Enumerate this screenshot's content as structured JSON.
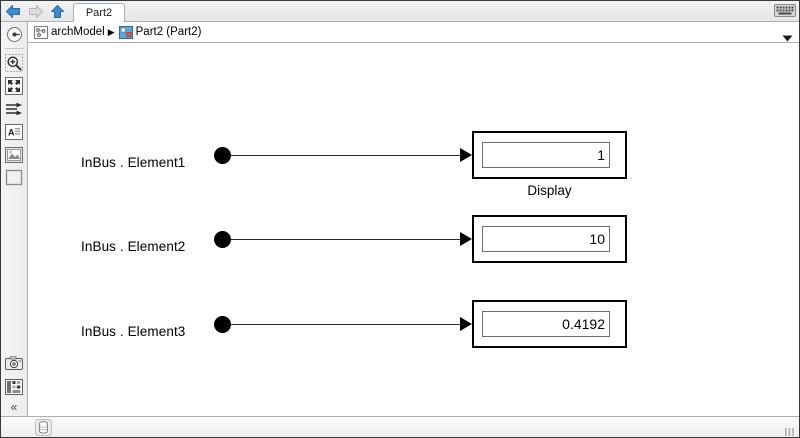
{
  "window": {
    "tab_label": "Part2",
    "keyboard_icon": "keyboard-icon"
  },
  "nav": {
    "back_icon": "back-arrow-icon",
    "forward_icon": "forward-arrow-icon",
    "up_icon": "up-arrow-icon"
  },
  "breadcrumb": {
    "items": [
      {
        "label": "archModel",
        "icon": "model-icon"
      },
      {
        "label": "Part2 (Part2)",
        "icon": "component-icon"
      }
    ],
    "separator": "▶",
    "dropdown_icon": "chevron-down-icon"
  },
  "sidebar": {
    "items": [
      {
        "name": "navigate-up-icon",
        "title": "Navigate up"
      },
      {
        "name": "zoom-in-icon",
        "title": "Zoom in"
      },
      {
        "name": "fit-to-view-icon",
        "title": "Fit to view"
      },
      {
        "name": "signal-routing-icon",
        "title": "Signal routing"
      },
      {
        "name": "annotation-text-icon",
        "title": "Text annotation"
      },
      {
        "name": "annotation-image-icon",
        "title": "Image annotation"
      },
      {
        "name": "annotation-area-icon",
        "title": "Area"
      }
    ],
    "bottom_items": [
      {
        "name": "camera-icon",
        "title": "Snapshot"
      },
      {
        "name": "legend-icon",
        "title": "Legend"
      }
    ],
    "collapse_label": "«"
  },
  "canvas": {
    "signals": [
      {
        "label": "InBus . Element1",
        "port": "signal-port-dot"
      },
      {
        "label": "InBus . Element2",
        "port": "signal-port-dot"
      },
      {
        "label": "InBus . Element3",
        "port": "signal-port-dot"
      }
    ],
    "blocks": [
      {
        "value": "1",
        "caption": "Display"
      },
      {
        "value": "10",
        "caption": ""
      },
      {
        "value": "0.4192",
        "caption": ""
      }
    ]
  },
  "statusbar": {
    "database_icon": "database-icon",
    "resize_grip": "resize-grip-icon"
  },
  "colors": {
    "block_border": "#000000",
    "signal_line": "#2b2b2b",
    "chrome": "#eeeeee",
    "chrome_border": "#a8b0b6"
  }
}
